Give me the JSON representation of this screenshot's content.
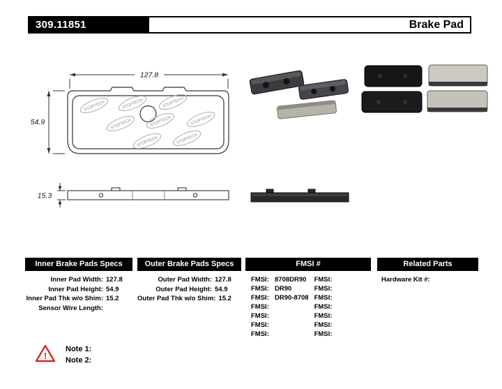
{
  "header": {
    "part_number": "309.11851",
    "product_type": "Brake Pad"
  },
  "drawing": {
    "brand": "STOPTECH",
    "front": {
      "width_dim": "127.8",
      "height_dim": "54.9"
    },
    "side": {
      "thickness_dim": "15.3"
    }
  },
  "specs": {
    "inner": {
      "title": "Inner Brake Pads Specs",
      "rows": [
        {
          "label": "Inner Pad Width:",
          "value": "127.8"
        },
        {
          "label": "Inner Pad Height:",
          "value": "54.9"
        },
        {
          "label": "Inner Pad Thk w/o Shim:",
          "value": "15.2"
        },
        {
          "label": "Sensor Wire Length:",
          "value": ""
        }
      ]
    },
    "outer": {
      "title": "Outer Brake Pads Specs",
      "rows": [
        {
          "label": "Outer Pad Width:",
          "value": "127.8"
        },
        {
          "label": "Outer Pad Height:",
          "value": "54.9"
        },
        {
          "label": "Outer Pad Thk w/o Shim:",
          "value": "15.2"
        }
      ]
    },
    "fmsi": {
      "title": "FMSI #",
      "left_rows": [
        {
          "label": "FMSI:",
          "value": "8708DR90"
        },
        {
          "label": "FMSI:",
          "value": "DR90"
        },
        {
          "label": "FMSI:",
          "value": "DR90-8708"
        },
        {
          "label": "FMSI:",
          "value": ""
        },
        {
          "label": "FMSI:",
          "value": ""
        },
        {
          "label": "FMSI:",
          "value": ""
        },
        {
          "label": "FMSI:",
          "value": ""
        }
      ],
      "right_rows": [
        {
          "label": "FMSI:",
          "value": ""
        },
        {
          "label": "FMSI:",
          "value": ""
        },
        {
          "label": "FMSI:",
          "value": ""
        },
        {
          "label": "FMSI:",
          "value": ""
        },
        {
          "label": "FMSI:",
          "value": ""
        },
        {
          "label": "FMSI:",
          "value": ""
        },
        {
          "label": "FMSI:",
          "value": ""
        }
      ]
    },
    "related": {
      "title": "Related Parts",
      "rows": [
        {
          "label": "Hardware Kit #:",
          "value": ""
        }
      ]
    }
  },
  "notes": {
    "items": [
      {
        "label": "Note 1:"
      },
      {
        "label": "Note 2:"
      }
    ]
  }
}
